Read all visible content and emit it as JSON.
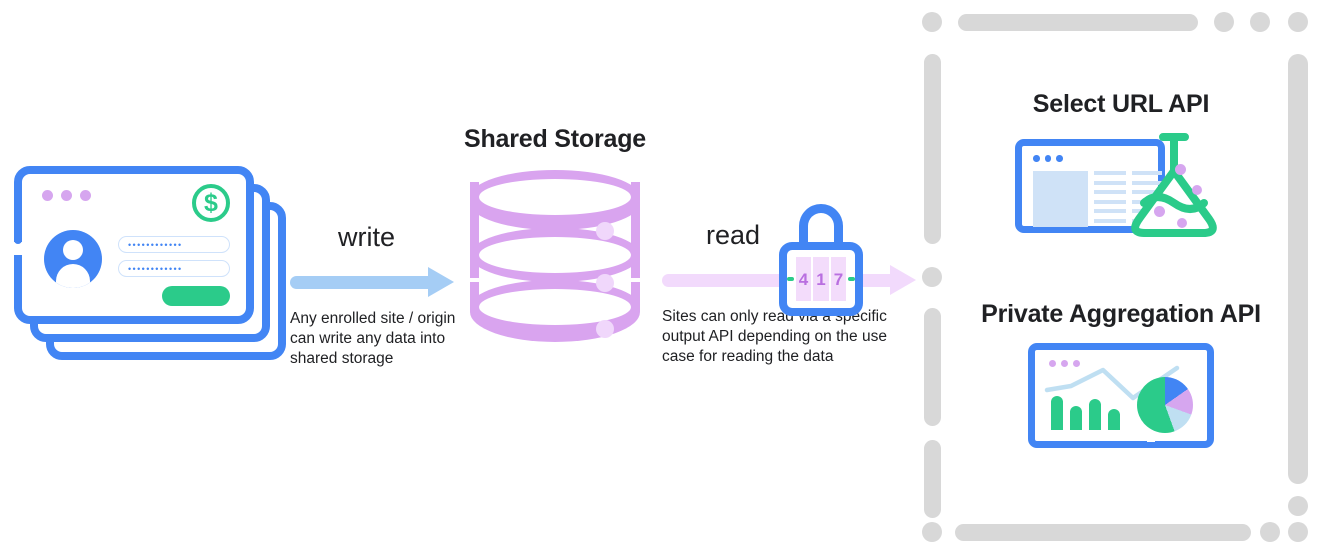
{
  "diagram": {
    "title": "Shared Storage write and read flow",
    "colors": {
      "blue": "#4285f4",
      "light_blue_arrow": "#a5cdf5",
      "purple": "#d9a4ef",
      "light_purple_arrow": "#f2dafc",
      "green": "#2bcb8a",
      "dot_purple": "#d6a6ef",
      "border_gray": "#d8d8d8",
      "text": "#202124"
    },
    "source": {
      "name": "sites-stack",
      "window_count": 3,
      "badge_glyph": "$",
      "password_field_1": "••••••••••••",
      "password_field_2": "••••••••••••"
    },
    "write_flow": {
      "label": "write",
      "caption": "Any enrolled site / origin can write any data into shared storage"
    },
    "storage": {
      "title": "Shared Storage",
      "tier_count": 3
    },
    "read_flow": {
      "label": "read",
      "caption": "Sites can only read via a specific output API depending on the use case for reading the data"
    },
    "lock": {
      "name": "combination-lock",
      "digits": [
        "4",
        "1",
        "7"
      ]
    },
    "output_apis": [
      {
        "title": "Select URL API",
        "icon": "browser-window-with-flask-icon"
      },
      {
        "title": "Private Aggregation API",
        "icon": "browser-window-with-charts-icon"
      }
    ]
  },
  "chart_data": {
    "type": "pie",
    "title": "Private Aggregation API illustration",
    "bar_values": [
      34,
      24,
      31,
      21
    ],
    "pie_labels": [
      "blue",
      "purple",
      "light-blue",
      "green"
    ],
    "pie_values": [
      15,
      15,
      14,
      56
    ],
    "legend": "none",
    "grid": false
  }
}
